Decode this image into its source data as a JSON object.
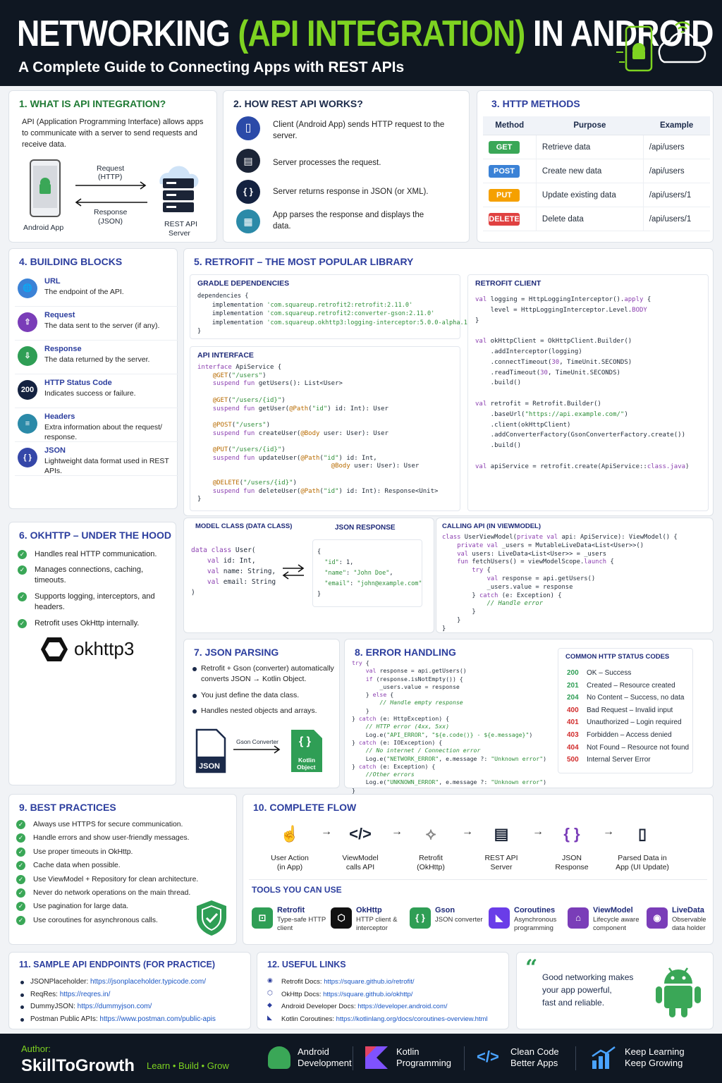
{
  "header": {
    "title_a": "NETWORKING ",
    "title_b": "(API INTEGRATION)",
    "title_c": " IN ANDROID",
    "subtitle": "A Complete Guide to Connecting Apps with REST APIs"
  },
  "s1": {
    "title": "1.  WHAT IS API INTEGRATION?",
    "desc": "API (Application Programming Interface) allows apps to communicate with a server to send requests and receive data.",
    "request": "Request",
    "request2": "(HTTP)",
    "response": "Response",
    "response2": "(JSON)",
    "left_label": "Android App",
    "right_label": "REST API",
    "right_label2": "Server"
  },
  "s2": {
    "title": "2.  HOW REST API WORKS?",
    "steps": [
      "Client (Android App) sends HTTP request to the server.",
      "Server processes the request.",
      "Server returns response in JSON (or XML).",
      "App parses the response and displays the data."
    ]
  },
  "s3": {
    "title": "3.  HTTP METHODS",
    "headers": [
      "Method",
      "Purpose",
      "Example"
    ],
    "rows": [
      {
        "m": "GET",
        "p": "Retrieve data",
        "e": "/api/users",
        "c": "#3aa757"
      },
      {
        "m": "POST",
        "p": "Create new data",
        "e": "/api/users",
        "c": "#3b82d6"
      },
      {
        "m": "PUT",
        "p": "Update existing data",
        "e": "/api/users/1",
        "c": "#f5a000"
      },
      {
        "m": "DELETE",
        "p": "Delete data",
        "e": "/api/users/1",
        "c": "#e04141"
      }
    ]
  },
  "s4": {
    "title": "4.  BUILDING BLOCKS",
    "items": [
      {
        "t": "URL",
        "d": "The endpoint of the API.",
        "ic": "🌐",
        "c": "#3b82d6"
      },
      {
        "t": "Request",
        "d": "The data sent to the server (if any).",
        "ic": "⇧",
        "c": "#7a3db8"
      },
      {
        "t": "Response",
        "d": "The data returned by the server.",
        "ic": "⇩",
        "c": "#2f9e55"
      },
      {
        "t": "HTTP Status Code",
        "d": "Indicates success or failure.",
        "ic": "200",
        "c": "#142240"
      },
      {
        "t": "Headers",
        "d": "Extra information about the request/ response.",
        "ic": "≡",
        "c": "#2b8aa8"
      },
      {
        "t": "JSON",
        "d": "Lightweight data format used in REST APIs.",
        "ic": "{ }",
        "c": "#3547a8"
      }
    ]
  },
  "s5": {
    "title": "5.  RETROFIT – THE MOST POPULAR LIBRARY",
    "gradle_title": "GRADLE DEPENDENCIES",
    "api_title": "API INTERFACE",
    "client_title": "RETROFIT CLIENT"
  },
  "s6": {
    "title": "6.  OKHTTP – UNDER THE HOOD",
    "points": [
      "Handles real HTTP communication.",
      "Manages connections, caching, timeouts.",
      "Supports logging, interceptors, and headers.",
      "Retrofit uses OkHttp internally."
    ],
    "logo": "okhttp3"
  },
  "model": {
    "title": "MODEL CLASS (DATA CLASS)",
    "json_title": "JSON RESPONSE",
    "calling_title": "CALLING API (IN VIEWMODEL)"
  },
  "s7": {
    "title": "7.  JSON PARSING",
    "points": [
      "Retrofit + Gson (converter) automatically converts JSON → Kotlin Object.",
      "You just define the data class.",
      "Handles nested objects and arrays."
    ],
    "json": "JSON",
    "converter": "Gson Converter",
    "kotlin": "Kotlin",
    "object": "Object"
  },
  "s8": {
    "title": "8.  ERROR HANDLING",
    "codes_title": "COMMON HTTP STATUS CODES",
    "codes": [
      {
        "c": "200",
        "d": "OK – Success",
        "col": "#2f9e55"
      },
      {
        "c": "201",
        "d": "Created – Resource created",
        "col": "#2f9e55"
      },
      {
        "c": "204",
        "d": "No Content – Success, no data",
        "col": "#2f9e55"
      },
      {
        "c": "400",
        "d": "Bad Request – Invalid input",
        "col": "#d12c2c"
      },
      {
        "c": "401",
        "d": "Unauthorized – Login required",
        "col": "#d12c2c"
      },
      {
        "c": "403",
        "d": "Forbidden – Access denied",
        "col": "#d12c2c"
      },
      {
        "c": "404",
        "d": "Not Found – Resource not found",
        "col": "#d12c2c"
      },
      {
        "c": "500",
        "d": "Internal Server Error",
        "col": "#d12c2c"
      }
    ]
  },
  "s9": {
    "title": "9.  BEST PRACTICES",
    "points": [
      "Always use HTTPS for secure communication.",
      "Handle errors and show user-friendly messages.",
      "Use proper timeouts in OkHttp.",
      "Cache data when possible.",
      "Use ViewModel + Repository for clean architecture.",
      "Never do network operations on the main thread.",
      "Use pagination for large data.",
      "Use coroutines for asynchronous calls."
    ]
  },
  "s10": {
    "title": "10.  COMPLETE FLOW",
    "steps": [
      {
        "a": "User Action",
        "b": "(in App)"
      },
      {
        "a": "ViewModel",
        "b": "calls API"
      },
      {
        "a": "Retrofit",
        "b": "(OkHttp)"
      },
      {
        "a": "REST API",
        "b": "Server"
      },
      {
        "a": "JSON",
        "b": "Response"
      },
      {
        "a": "Parsed Data in",
        "b": "App (UI Update)"
      }
    ],
    "tools_title": "TOOLS YOU CAN USE",
    "tools": [
      {
        "n": "Retrofit",
        "d1": "Type-safe HTTP",
        "d2": "client",
        "c": "#2f9e55"
      },
      {
        "n": "OkHttp",
        "d1": "HTTP client &",
        "d2": "interceptor",
        "c": "#111111"
      },
      {
        "n": "Gson",
        "d1": "JSON converter",
        "d2": "",
        "c": "#2f9e55"
      },
      {
        "n": "Coroutines",
        "d1": "Asynchronous",
        "d2": "programming",
        "c": "#6a3de8"
      },
      {
        "n": "ViewModel",
        "d1": "Lifecycle aware",
        "d2": "component",
        "c": "#7a3db8"
      },
      {
        "n": "LiveData",
        "d1": "Observable",
        "d2": "data holder",
        "c": "#7a3db8"
      }
    ]
  },
  "s11": {
    "title": "11.  SAMPLE API ENDPOINTS (FOR PRACTICE)",
    "items": [
      {
        "n": "JSONPlaceholder: ",
        "u": "https://jsonplaceholder.typicode.com/"
      },
      {
        "n": "ReqRes: ",
        "u": "https://reqres.in/"
      },
      {
        "n": "DummyJSON: ",
        "u": "https://dummyjson.com/"
      },
      {
        "n": "Postman Public APIs: ",
        "u": "https://www.postman.com/public-apis"
      }
    ]
  },
  "s12": {
    "title": "12.  USEFUL LINKS",
    "items": [
      {
        "n": "Retrofit Docs: ",
        "u": "https://square.github.io/retrofit/"
      },
      {
        "n": "OkHttp Docs: ",
        "u": "https://square.github.io/okhttp/"
      },
      {
        "n": "Android Developer Docs: ",
        "u": "https://developer.android.com/"
      },
      {
        "n": "Kotlin Coroutines: ",
        "u": "https://kotlinlang.org/docs/coroutines-overview.html"
      }
    ]
  },
  "quote": {
    "l1": "Good networking makes",
    "l2": "your app powerful,",
    "l3": "fast and reliable."
  },
  "footer": {
    "author_label": "Author:",
    "author": "SkillToGrowth",
    "tagline": "Learn • Build • Grow",
    "items": [
      {
        "a": "Android",
        "b": "Development"
      },
      {
        "a": "Kotlin",
        "b": "Programming"
      },
      {
        "a": "Clean Code",
        "b": "Better Apps"
      },
      {
        "a": "Keep Learning",
        "b": "Keep Growing"
      }
    ]
  },
  "colors": {
    "accent_green": "#7ed321",
    "navy": "#1e2a78",
    "header_bg": "#0f1722"
  }
}
